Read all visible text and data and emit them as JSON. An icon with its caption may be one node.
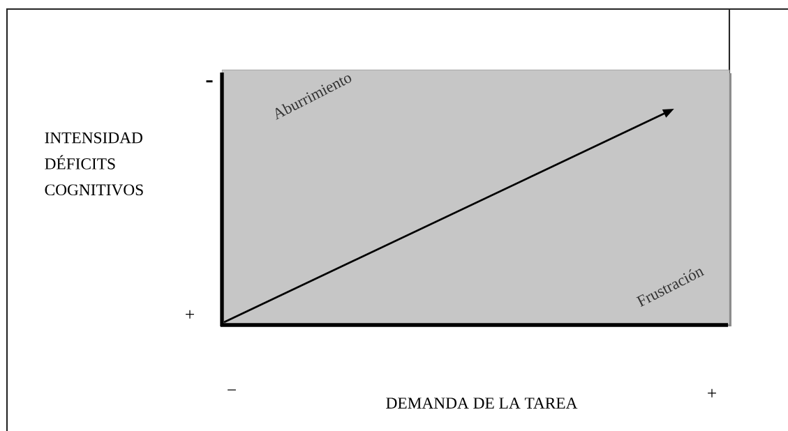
{
  "diagram": {
    "nodes": [
      {
        "text": [
          "Aburrimiento",
          "Frustración"
        ]
      }
    ],
    "labels": [
      "-",
      "INTENSIDAD DÉFICITS COGNITIVOS",
      "+",
      "−",
      "DEMANDA DE LA TAREA",
      "+"
    ]
  }
}
